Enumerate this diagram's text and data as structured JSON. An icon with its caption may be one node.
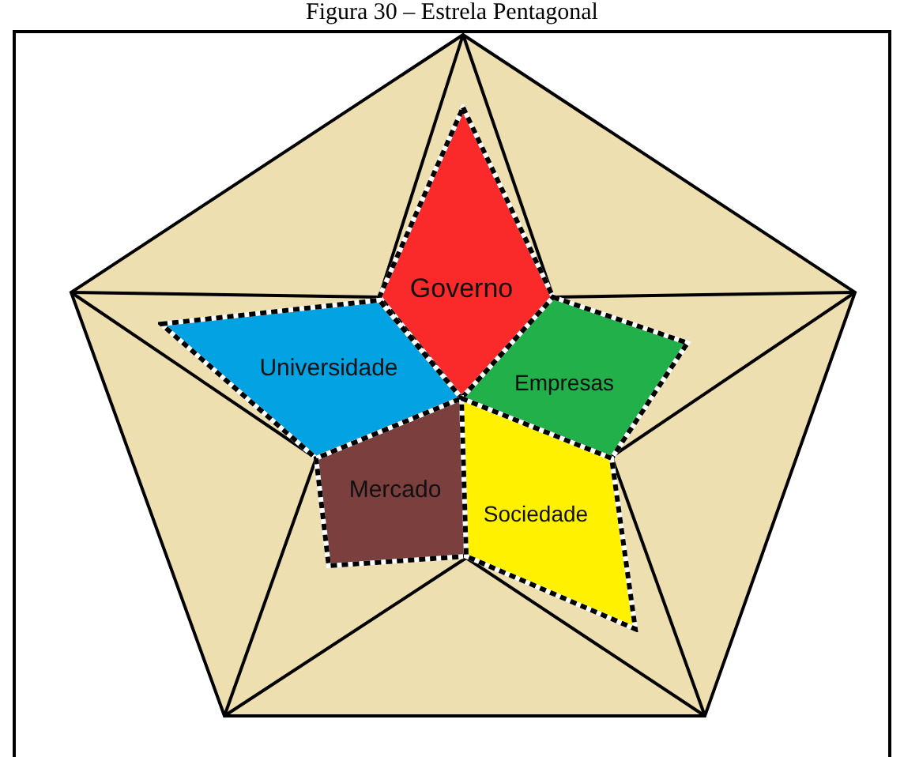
{
  "diagram": {
    "title": "Figura 30 – Estrela Pentagonal",
    "nodes": [
      {
        "text": [
          "Governo"
        ]
      },
      {
        "text": [
          "Universidade"
        ]
      },
      {
        "text": [
          "Empresas"
        ]
      },
      {
        "text": [
          "Mercado"
        ]
      },
      {
        "text": [
          "Sociedade"
        ]
      }
    ],
    "edges": []
  }
}
